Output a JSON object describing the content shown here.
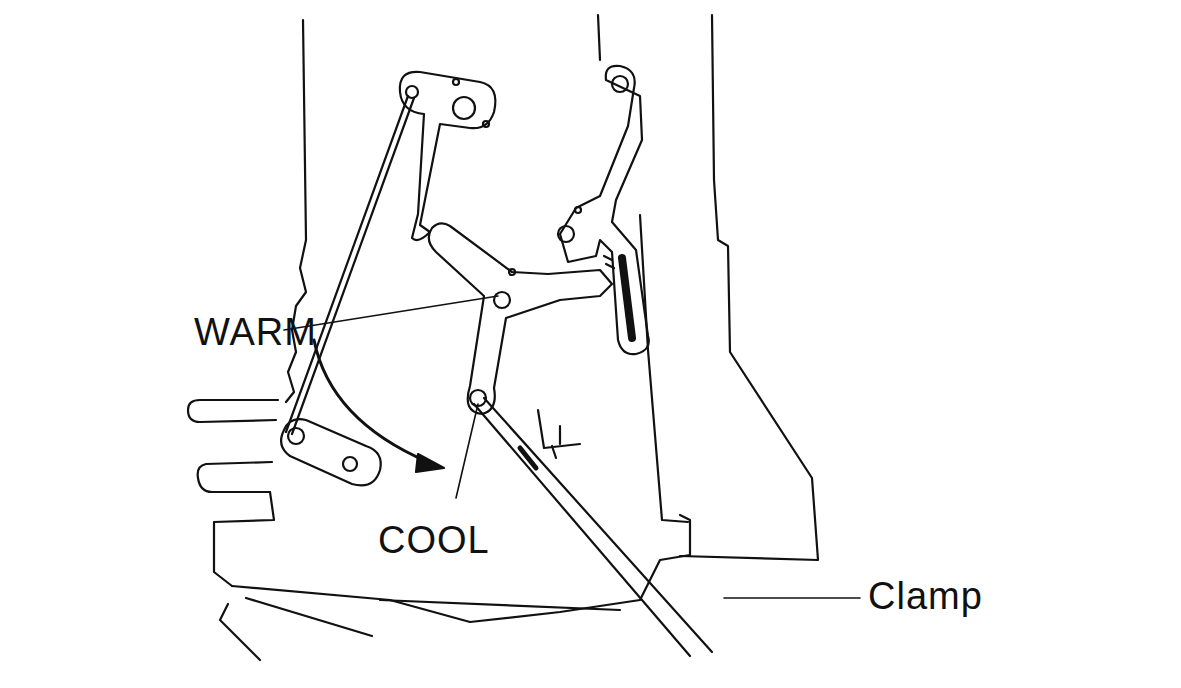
{
  "diagram": {
    "labels": [
      "WARM",
      "COOL",
      "Clamp"
    ]
  }
}
